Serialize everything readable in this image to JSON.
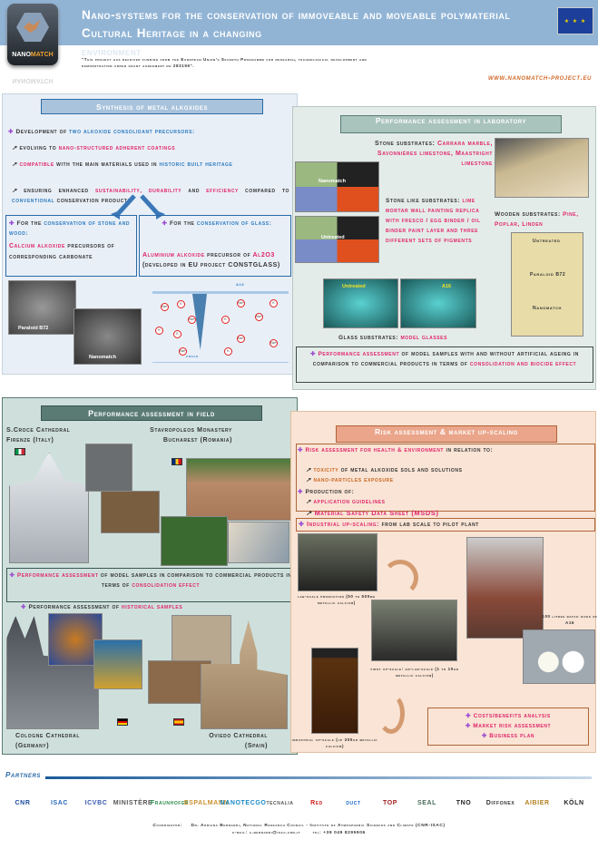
{
  "header": {
    "title": "Nano-systems for the conservation of immoveable and moveable polymaterial Cultural Heritage in a changing",
    "title_cont": "environment",
    "logo": "NANOMATCH",
    "eu_flag": "★ ★ ★",
    "funding": "\"This project has received funding from the European Union's Seventh Programme for research, technological development and demonstration under grant agreement no 283196\".",
    "url": "www.nanomatch-project.eu"
  },
  "synthesis": {
    "title": "Synthesis of metal alkoxides",
    "lead": [
      [
        "Development of ",
        ""
      ],
      [
        "two alkoxide consolidant precursors:",
        "b"
      ]
    ],
    "points": [
      [
        [
          "evolving to ",
          ""
        ],
        [
          "nano-structured adherent coatings",
          "p"
        ]
      ],
      [
        [
          "compatible",
          "p"
        ],
        [
          " with the main materials used in ",
          ""
        ],
        [
          "historic built heritage",
          "b"
        ]
      ],
      [
        [
          "ensuring enhanced ",
          ""
        ],
        [
          "sustainability, durability",
          "p"
        ],
        [
          " and ",
          ""
        ],
        [
          "efficiency",
          "p"
        ],
        [
          " compared to ",
          ""
        ],
        [
          "conventional",
          "b"
        ],
        [
          " conservation products",
          ""
        ]
      ]
    ],
    "stone": [
      [
        "For the ",
        ""
      ],
      [
        "conservation of stone and wood:",
        "b"
      ]
    ],
    "stone_body": [
      [
        "Calcium alkoxide",
        "p"
      ],
      [
        " precursors of corresponding carbonate",
        ""
      ]
    ],
    "glass": [
      [
        "For the ",
        ""
      ],
      [
        "conservation of glass:",
        "b"
      ]
    ],
    "glass_body": [
      [
        "Aluminium alkoxide",
        "p"
      ],
      [
        " precursor of ",
        ""
      ],
      [
        "Al2O3",
        "p"
      ],
      [
        " (developed in EU project CONSTGLASS)",
        ""
      ]
    ],
    "img1_label": "Paraloid B72",
    "img2_label": "Nanomatch",
    "diagram_top": "A16",
    "diagram_crack": "crack",
    "ions": [
      "Na+",
      "K",
      "Na+",
      "K",
      "K",
      "Na+",
      "Na+",
      "K",
      "K",
      "Na+",
      "Na+",
      "K",
      "Na+"
    ]
  },
  "lab": {
    "title": "Performance assessment in laboratory",
    "stone": [
      [
        "Stone substrates: ",
        ""
      ],
      [
        "Carrara marble, Savonnières limestone, Maastright limestone",
        "p"
      ]
    ],
    "stonelike": [
      [
        "Stone like substrates: ",
        ""
      ],
      [
        "lime mortar wall painting replica with fresco / egg binder / oil binder paint layer and three different sets of pigments",
        "p"
      ]
    ],
    "wood": [
      [
        "Wooden substrates: ",
        ""
      ],
      [
        "Pine, Poplar, Linden",
        "p"
      ]
    ],
    "glass": [
      [
        "Glass substrates: ",
        ""
      ],
      [
        "model glasses",
        "p"
      ]
    ],
    "img_nanomatch": "Nanomatch",
    "img_untreated": "Untreated",
    "glass_untreated": "Untreated",
    "glass_a16": "A16",
    "wood_labels": [
      "Untreated",
      "Paraloid B72",
      "Nanomatch"
    ],
    "summary": [
      [
        "Performance assessment",
        "p"
      ],
      [
        " of model samples with and without artificial ageing in comparison to commercial products in terms of ",
        ""
      ],
      [
        "consolidation and biocide effect",
        "p"
      ]
    ]
  },
  "field": {
    "title": "Performance assessment in field",
    "croce": "S.Croce Cathedral\nFirenze (Italy)",
    "stavro": "Stavropoleos Monastery\nBucharest (Romania)",
    "summary": [
      [
        "Performance assessment",
        "p"
      ],
      [
        " of model samples in comparison to commercial products in terms of ",
        ""
      ],
      [
        "consolidation effect",
        "p"
      ]
    ],
    "hist": [
      [
        "Performance assessment of ",
        ""
      ],
      [
        "historical samples",
        "p"
      ]
    ],
    "cologne": "Cologne Cathedral\n(Germany)",
    "oviedo": "Oviedo Cathedral\n(Spain)"
  },
  "risk": {
    "title": "Risk assessment & market up-scaling",
    "r1": [
      [
        "Risk assessment for health & environment",
        "p"
      ],
      [
        " in relation to:",
        ""
      ]
    ],
    "r1a": [
      [
        "toxicity",
        "o"
      ],
      [
        " of metal alkoxide sols and solutions",
        ""
      ]
    ],
    "r1b": [
      [
        "nano-particles exposure",
        "o"
      ]
    ],
    "r2": [
      [
        "Production of:",
        ""
      ]
    ],
    "r2a": [
      [
        "application guidelines",
        "p"
      ]
    ],
    "r2b": [
      [
        "Material Safety Data Sheet (MSDS)",
        "p"
      ]
    ],
    "r3": [
      [
        "Industrial up-scaling:",
        "p"
      ],
      [
        " from lab scale to pilot plant",
        ""
      ]
    ],
    "cap_lab": "lab-scale production (50 to 500mg metallic calcium)",
    "cap_first": "first up-scale: gr-lab-scale (1 to 10gr metallic calcium)",
    "cap_ind": "industrial up-scale (up 300gr metallic calcium)",
    "cap_batch": "100 litres batch sizes of A16",
    "market": [
      "Costs/benefits analysis",
      "Market risk assessment",
      "Business plan"
    ]
  },
  "partners": {
    "title": "Partners",
    "logos": [
      "CNR",
      "ISAC",
      "ICVBC",
      "MINISTÈRE",
      "Fraunhofer",
      "ESPALMANN",
      "NANOTECGO",
      "tecnalia",
      "Red",
      "duct",
      "TOP",
      "SEAL",
      "TNO",
      "Diffonex",
      "AIBIER",
      "KÖLN"
    ]
  },
  "footer": {
    "coord_label": "Coordinator:",
    "coord": "Dr. Adriana Bernardi, National Research Council - Institute of Atmospheric Sciences and Climate (CNR-ISAC)",
    "email": "e-mail: a.bernardi@isac.cnr.it",
    "tel": "tel: +39 049 8295906"
  }
}
